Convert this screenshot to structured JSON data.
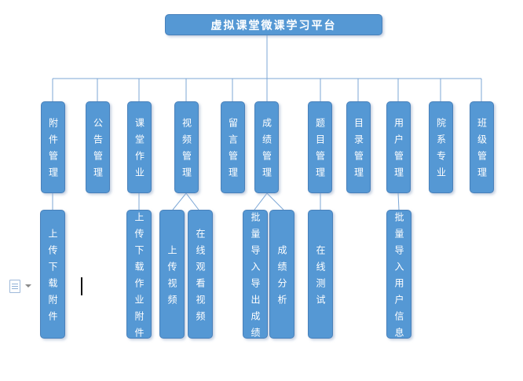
{
  "tree": {
    "root": {
      "label": "虚拟课堂微课学习平台"
    },
    "level2": [
      {
        "label": "附件管理",
        "children": [
          "上传下载附件"
        ]
      },
      {
        "label": "公告管理",
        "children": []
      },
      {
        "label": "课堂作业",
        "children": [
          "上传下载作业附件"
        ]
      },
      {
        "label": "视频管理",
        "children": [
          "上传视频",
          "在线观看视频"
        ]
      },
      {
        "label": "留言管理",
        "children": []
      },
      {
        "label": "成绩管理",
        "children": [
          "批量导入导出成绩",
          "成绩分析"
        ]
      },
      {
        "label": "题目管理",
        "children": [
          "在线测试"
        ]
      },
      {
        "label": "目录管理",
        "children": []
      },
      {
        "label": "用户管理",
        "children": [
          "批量导入用户信息"
        ]
      },
      {
        "label": "院系专业",
        "children": []
      },
      {
        "label": "班级管理",
        "children": []
      }
    ]
  },
  "colors": {
    "node_fill": "#5598D4",
    "node_border": "#4880BA",
    "node_text": "#FFFFFF",
    "connector": "#7CA7D6",
    "background": "#FFFFFF"
  },
  "icons": {
    "paste_options": "clipboard-paste-icon",
    "dropdown": "chevron-down-icon",
    "text_cursor": "caret"
  }
}
